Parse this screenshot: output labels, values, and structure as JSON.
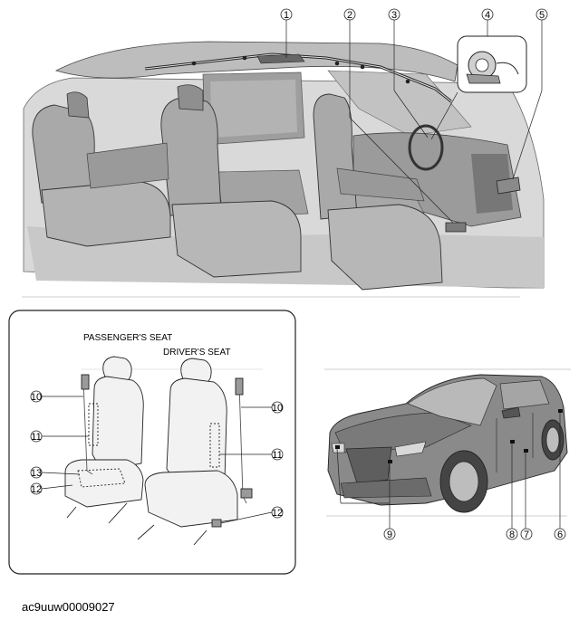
{
  "callouts": {
    "c1": "1",
    "c2": "2",
    "c3": "3",
    "c4": "4",
    "c5": "5",
    "c6": "6",
    "c7": "7",
    "c8": "8",
    "c9": "9",
    "c10a": "10",
    "c10b": "10",
    "c11a": "11",
    "c11b": "11",
    "c12a": "12",
    "c12b": "12",
    "c13": "13"
  },
  "labels": {
    "passenger_seat": "PASSENGER'S SEAT",
    "driver_seat": "DRIVER'S SEAT"
  },
  "figure_code": "ac9uuw00009027",
  "colors": {
    "interior_fill": "#d6d6d6",
    "roof_fill": "#bdbdbd",
    "seat_fill": "#a9a9a9",
    "seat_dark": "#7e7e7e",
    "car_body": "#8a8a8a",
    "line": "#222222"
  }
}
